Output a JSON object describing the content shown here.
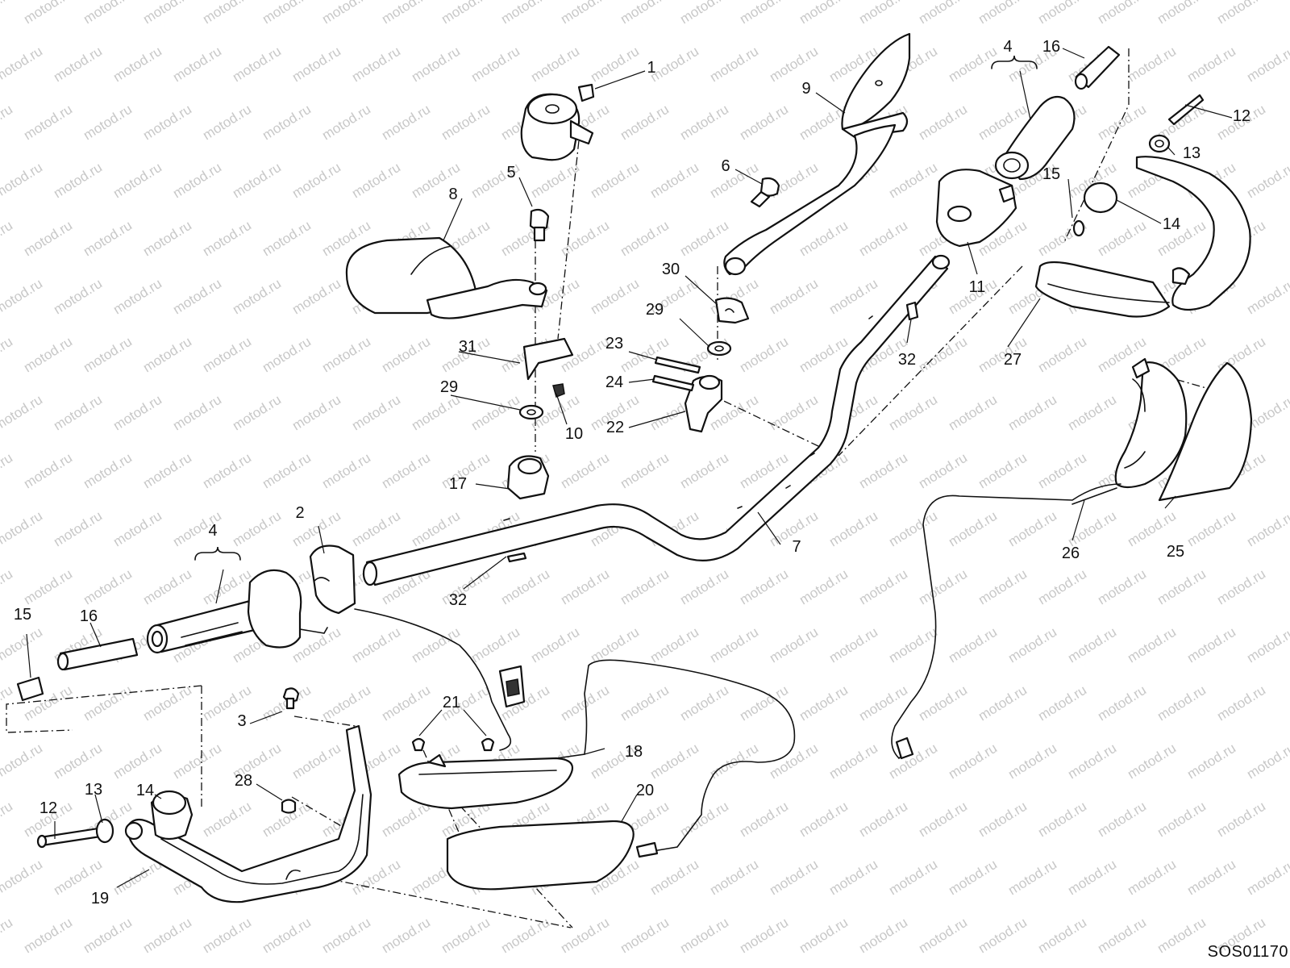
{
  "watermark": "motod.ru",
  "diagram_code": "SOS01170",
  "callouts": [
    {
      "id": "c1",
      "label": "1"
    },
    {
      "id": "c2",
      "label": "2"
    },
    {
      "id": "c3",
      "label": "3"
    },
    {
      "id": "c4a",
      "label": "4"
    },
    {
      "id": "c4b",
      "label": "4"
    },
    {
      "id": "c5",
      "label": "5"
    },
    {
      "id": "c6",
      "label": "6"
    },
    {
      "id": "c7",
      "label": "7"
    },
    {
      "id": "c8",
      "label": "8"
    },
    {
      "id": "c9",
      "label": "9"
    },
    {
      "id": "c10",
      "label": "10"
    },
    {
      "id": "c11",
      "label": "11"
    },
    {
      "id": "c12a",
      "label": "12"
    },
    {
      "id": "c12b",
      "label": "12"
    },
    {
      "id": "c13a",
      "label": "13"
    },
    {
      "id": "c13b",
      "label": "13"
    },
    {
      "id": "c14a",
      "label": "14"
    },
    {
      "id": "c14b",
      "label": "14"
    },
    {
      "id": "c15a",
      "label": "15"
    },
    {
      "id": "c15b",
      "label": "15"
    },
    {
      "id": "c16a",
      "label": "16"
    },
    {
      "id": "c16b",
      "label": "16"
    },
    {
      "id": "c17",
      "label": "17"
    },
    {
      "id": "c18",
      "label": "18"
    },
    {
      "id": "c19",
      "label": "19"
    },
    {
      "id": "c20",
      "label": "20"
    },
    {
      "id": "c21",
      "label": "21"
    },
    {
      "id": "c22",
      "label": "22"
    },
    {
      "id": "c23",
      "label": "23"
    },
    {
      "id": "c24",
      "label": "24"
    },
    {
      "id": "c25",
      "label": "25"
    },
    {
      "id": "c26",
      "label": "26"
    },
    {
      "id": "c27",
      "label": "27"
    },
    {
      "id": "c28",
      "label": "28"
    },
    {
      "id": "c29a",
      "label": "29"
    },
    {
      "id": "c29b",
      "label": "29"
    },
    {
      "id": "c30",
      "label": "30"
    },
    {
      "id": "c31",
      "label": "31"
    },
    {
      "id": "c32a",
      "label": "32"
    },
    {
      "id": "c32b",
      "label": "32"
    }
  ]
}
